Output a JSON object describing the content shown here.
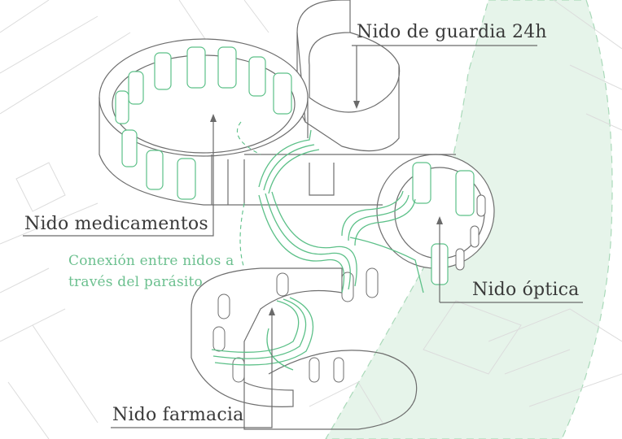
{
  "labels": {
    "guardia": "Nido de guardia 24h",
    "medicamentos": "Nido medicamentos",
    "optica": "Nido óptica",
    "farmacia": "Nido farmacia",
    "conexion_line1": "Conexión entre nidos a",
    "conexion_line2": "través del parásito"
  },
  "colors": {
    "accent_green": "#5cc088",
    "zone_fill": "#e6f4ea",
    "line_grey": "#7a7a7a",
    "map_line": "#d8d8d8"
  }
}
